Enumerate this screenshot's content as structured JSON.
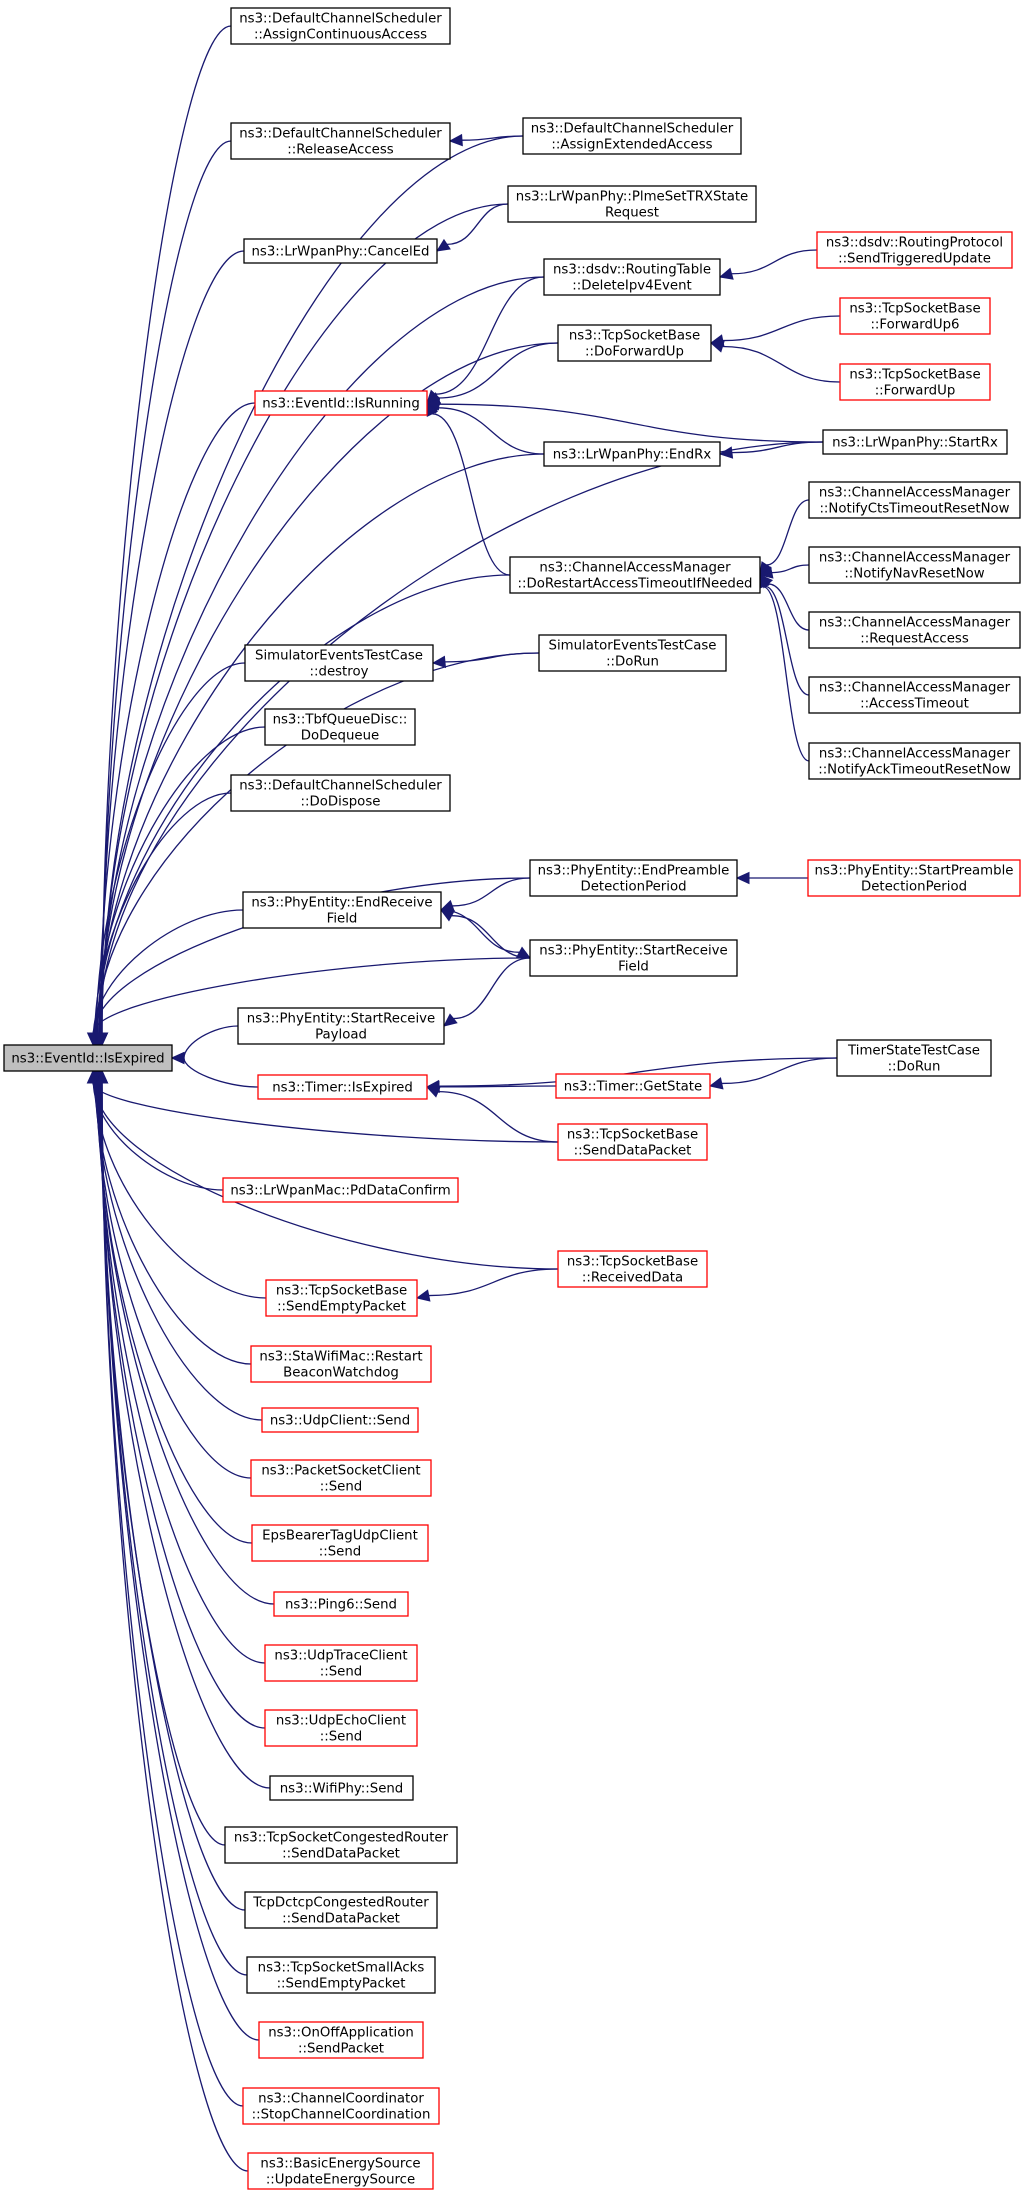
{
  "colors": {
    "edge": "#191970",
    "node_border": "#000000",
    "node_border_link": "#ff0000",
    "root_fill": "#bfbfbf"
  },
  "nodes": [
    {
      "id": "root",
      "lines": [
        "ns3::EventId::IsExpired"
      ],
      "style": "root"
    },
    {
      "id": "dcs_assigncont",
      "lines": [
        "ns3::DefaultChannelScheduler",
        "::AssignContinuousAccess"
      ],
      "style": "black"
    },
    {
      "id": "dcs_release",
      "lines": [
        "ns3::DefaultChannelScheduler",
        "::ReleaseAccess"
      ],
      "style": "black"
    },
    {
      "id": "dcs_assignext",
      "lines": [
        "ns3::DefaultChannelScheduler",
        "::AssignExtendedAccess"
      ],
      "style": "black"
    },
    {
      "id": "lrphy_plme",
      "lines": [
        "ns3::LrWpanPhy::PlmeSetTRXState",
        "Request"
      ],
      "style": "black"
    },
    {
      "id": "lrphy_canceled",
      "lines": [
        "ns3::LrWpanPhy::CancelEd"
      ],
      "style": "black"
    },
    {
      "id": "dsdv_delete",
      "lines": [
        "ns3::dsdv::RoutingTable",
        "::DeleteIpv4Event"
      ],
      "style": "black"
    },
    {
      "id": "dsdv_sendtrig",
      "lines": [
        "ns3::dsdv::RoutingProtocol",
        "::SendTriggeredUpdate"
      ],
      "style": "red"
    },
    {
      "id": "tcp_doforwardup",
      "lines": [
        "ns3::TcpSocketBase",
        "::DoForwardUp"
      ],
      "style": "black"
    },
    {
      "id": "tcp_forwardup6",
      "lines": [
        "ns3::TcpSocketBase",
        "::ForwardUp6"
      ],
      "style": "red"
    },
    {
      "id": "tcp_forwardup",
      "lines": [
        "ns3::TcpSocketBase",
        "::ForwardUp"
      ],
      "style": "red"
    },
    {
      "id": "isrunning",
      "lines": [
        "ns3::EventId::IsRunning"
      ],
      "style": "red"
    },
    {
      "id": "lrphy_endrx",
      "lines": [
        "ns3::LrWpanPhy::EndRx"
      ],
      "style": "black"
    },
    {
      "id": "lrphy_startrx",
      "lines": [
        "ns3::LrWpanPhy::StartRx"
      ],
      "style": "black"
    },
    {
      "id": "cam_cts",
      "lines": [
        "ns3::ChannelAccessManager",
        "::NotifyCtsTimeoutResetNow"
      ],
      "style": "black"
    },
    {
      "id": "cam_dorestart",
      "lines": [
        "ns3::ChannelAccessManager",
        "::DoRestartAccessTimeoutIfNeeded"
      ],
      "style": "black"
    },
    {
      "id": "cam_nav",
      "lines": [
        "ns3::ChannelAccessManager",
        "::NotifyNavResetNow"
      ],
      "style": "black"
    },
    {
      "id": "cam_request",
      "lines": [
        "ns3::ChannelAccessManager",
        "::RequestAccess"
      ],
      "style": "black"
    },
    {
      "id": "cam_timeout",
      "lines": [
        "ns3::ChannelAccessManager",
        "::AccessTimeout"
      ],
      "style": "black"
    },
    {
      "id": "cam_ack",
      "lines": [
        "ns3::ChannelAccessManager",
        "::NotifyAckTimeoutResetNow"
      ],
      "style": "black"
    },
    {
      "id": "setc_destroy",
      "lines": [
        "SimulatorEventsTestCase",
        "::destroy"
      ],
      "style": "black"
    },
    {
      "id": "setc_dorun",
      "lines": [
        "SimulatorEventsTestCase",
        "::DoRun"
      ],
      "style": "black"
    },
    {
      "id": "tbf_dequeue",
      "lines": [
        "ns3::TbfQueueDisc::",
        "DoDequeue"
      ],
      "style": "black"
    },
    {
      "id": "dcs_dispose",
      "lines": [
        "ns3::DefaultChannelScheduler",
        "::DoDispose"
      ],
      "style": "black"
    },
    {
      "id": "pe_endpreamble",
      "lines": [
        "ns3::PhyEntity::EndPreamble",
        "DetectionPeriod"
      ],
      "style": "black"
    },
    {
      "id": "pe_startpreamble",
      "lines": [
        "ns3::PhyEntity::StartPreamble",
        "DetectionPeriod"
      ],
      "style": "red"
    },
    {
      "id": "pe_endreceive",
      "lines": [
        "ns3::PhyEntity::EndReceive",
        "Field"
      ],
      "style": "black"
    },
    {
      "id": "pe_startreceivefield",
      "lines": [
        "ns3::PhyEntity::StartReceive",
        "Field"
      ],
      "style": "black"
    },
    {
      "id": "pe_startreceivepayload",
      "lines": [
        "ns3::PhyEntity::StartReceive",
        "Payload"
      ],
      "style": "black"
    },
    {
      "id": "timer_isexpired",
      "lines": [
        "ns3::Timer::IsExpired"
      ],
      "style": "red"
    },
    {
      "id": "timer_getstate",
      "lines": [
        "ns3::Timer::GetState"
      ],
      "style": "red"
    },
    {
      "id": "tstc_dorun",
      "lines": [
        "TimerStateTestCase",
        "::DoRun"
      ],
      "style": "black"
    },
    {
      "id": "tcp_senddata",
      "lines": [
        "ns3::TcpSocketBase",
        "::SendDataPacket"
      ],
      "style": "red"
    },
    {
      "id": "lrmac_pddata",
      "lines": [
        "ns3::LrWpanMac::PdDataConfirm"
      ],
      "style": "red"
    },
    {
      "id": "tcp_sendempty",
      "lines": [
        "ns3::TcpSocketBase",
        "::SendEmptyPacket"
      ],
      "style": "red"
    },
    {
      "id": "tcp_receiveddata",
      "lines": [
        "ns3::TcpSocketBase",
        "::ReceivedData"
      ],
      "style": "red"
    },
    {
      "id": "sta_restart",
      "lines": [
        "ns3::StaWifiMac::Restart",
        "BeaconWatchdog"
      ],
      "style": "red"
    },
    {
      "id": "udpclient_send",
      "lines": [
        "ns3::UdpClient::Send"
      ],
      "style": "red"
    },
    {
      "id": "psc_send",
      "lines": [
        "ns3::PacketSocketClient",
        "::Send"
      ],
      "style": "red"
    },
    {
      "id": "eps_send",
      "lines": [
        "EpsBearerTagUdpClient",
        "::Send"
      ],
      "style": "red"
    },
    {
      "id": "ping6_send",
      "lines": [
        "ns3::Ping6::Send"
      ],
      "style": "red"
    },
    {
      "id": "udptrace_send",
      "lines": [
        "ns3::UdpTraceClient",
        "::Send"
      ],
      "style": "red"
    },
    {
      "id": "udpecho_send",
      "lines": [
        "ns3::UdpEchoClient",
        "::Send"
      ],
      "style": "red"
    },
    {
      "id": "wifiphy_send",
      "lines": [
        "ns3::WifiPhy::Send"
      ],
      "style": "black"
    },
    {
      "id": "tscr_senddata",
      "lines": [
        "ns3::TcpSocketCongestedRouter",
        "::SendDataPacket"
      ],
      "style": "black"
    },
    {
      "id": "tdcr_senddata",
      "lines": [
        "TcpDctcpCongestedRouter",
        "::SendDataPacket"
      ],
      "style": "black"
    },
    {
      "id": "tssa_sendempty",
      "lines": [
        "ns3::TcpSocketSmallAcks",
        "::SendEmptyPacket"
      ],
      "style": "black"
    },
    {
      "id": "onoff_send",
      "lines": [
        "ns3::OnOffApplication",
        "::SendPacket"
      ],
      "style": "red"
    },
    {
      "id": "cc_stop",
      "lines": [
        "ns3::ChannelCoordinator",
        "::StopChannelCoordination"
      ],
      "style": "red"
    },
    {
      "id": "bes_update",
      "lines": [
        "ns3::BasicEnergySource",
        "::UpdateEnergySource"
      ],
      "style": "red"
    }
  ]
}
